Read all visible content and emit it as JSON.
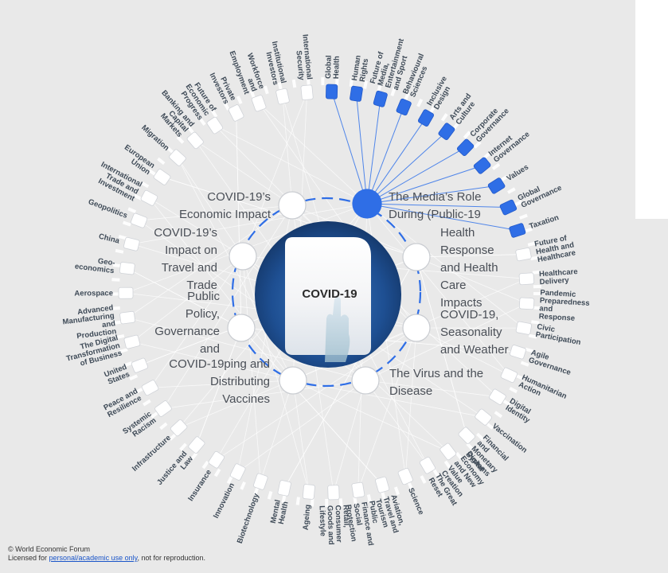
{
  "center": {
    "label": "COVID-19"
  },
  "colors": {
    "active": "#2f6ee6",
    "inactive_box": "#ffffff",
    "center_disc": "#1d4d8f",
    "link_active": "#3f7bea",
    "link_inactive": "#ffffff",
    "background": "#e9e9e9"
  },
  "inner_nodes": [
    {
      "label": "The Media's Role During Public-19 Health Response",
      "lines": [
        "The Media’s Role",
        "During (Public-19"
      ],
      "active": true
    },
    {
      "label": "Health Response and Health Care Impacts",
      "lines": [
        "Health",
        "Response",
        "and Health",
        "Care",
        "Impacts"
      ],
      "active": false
    },
    {
      "label": "COVID-19, Seasonality and Weather",
      "lines": [
        "COVID-19,",
        "Seasonality",
        "and Weather"
      ],
      "active": false
    },
    {
      "label": "The Virus and the Disease",
      "lines": [
        "The Virus and the",
        "Disease"
      ],
      "active": false
    },
    {
      "label": "Developing and Distributing Vaccines",
      "lines": [
        "COVID-19ping and",
        "Distributing",
        "Vaccines"
      ],
      "active": false
    },
    {
      "label": "Public Policy, Governance and",
      "lines": [
        "Public",
        "Policy,",
        "Governance",
        "and"
      ],
      "active": false
    },
    {
      "label": "COVID-19's Impact on Travel and Trade",
      "lines": [
        "COVID-19’s",
        "Impact on",
        "Travel and",
        "Trade"
      ],
      "active": false
    },
    {
      "label": "COVID-19's Economic Impact",
      "lines": [
        "COVID-19’s",
        "Economic Impact"
      ],
      "active": false
    }
  ],
  "outer_nodes": [
    {
      "lines": [
        "Global",
        "Health"
      ],
      "active": true
    },
    {
      "lines": [
        "Human",
        "Rights"
      ],
      "active": true
    },
    {
      "lines": [
        "Future of",
        "Media,",
        "Entertainment",
        "and Sport"
      ],
      "active": true
    },
    {
      "lines": [
        "Behavioural",
        "Sciences"
      ],
      "active": true
    },
    {
      "lines": [
        "Inclusive",
        "Design"
      ],
      "active": true
    },
    {
      "lines": [
        "Arts and",
        "Culture"
      ],
      "active": true
    },
    {
      "lines": [
        "Corporate",
        "Governance"
      ],
      "active": true
    },
    {
      "lines": [
        "Internet",
        "Governance"
      ],
      "active": true
    },
    {
      "lines": [
        "Values"
      ],
      "active": true
    },
    {
      "lines": [
        "Global",
        "Governance"
      ],
      "active": true
    },
    {
      "lines": [
        "Taxation"
      ],
      "active": true
    },
    {
      "lines": [
        "Future of",
        "Health and",
        "Healthcare"
      ],
      "active": false
    },
    {
      "lines": [
        "Healthcare",
        "Delivery"
      ],
      "active": false
    },
    {
      "lines": [
        "Pandemic",
        "Preparedness",
        "and",
        "Response"
      ],
      "active": false
    },
    {
      "lines": [
        "Civic",
        "Participation"
      ],
      "active": false
    },
    {
      "lines": [
        "Agile",
        "Governance"
      ],
      "active": false
    },
    {
      "lines": [
        "Humanitarian",
        "Action"
      ],
      "active": false
    },
    {
      "lines": [
        "Digital",
        "Identity"
      ],
      "active": false
    },
    {
      "lines": [
        "Vaccination"
      ],
      "active": false
    },
    {
      "lines": [
        "Financial",
        "and",
        "Monetary",
        "Systems"
      ],
      "active": false
    },
    {
      "lines": [
        "Digital",
        "Economy",
        "and New",
        "Value",
        "Creation"
      ],
      "active": false
    },
    {
      "lines": [
        "The Great",
        "Reset"
      ],
      "active": false
    },
    {
      "lines": [
        "Science"
      ],
      "active": false
    },
    {
      "lines": [
        "Aviation,",
        "Travel and",
        "Tourism"
      ],
      "active": false
    },
    {
      "lines": [
        "Public",
        "Finance and",
        "Social",
        "Protection"
      ],
      "active": false
    },
    {
      "lines": [
        "Retail,",
        "Consumer",
        "Goods and",
        "Lifestyle"
      ],
      "active": false
    },
    {
      "lines": [
        "Ageing"
      ],
      "active": false
    },
    {
      "lines": [
        "Mental",
        "Health"
      ],
      "active": false
    },
    {
      "lines": [
        "Biotechnology"
      ],
      "active": false
    },
    {
      "lines": [
        "Innovation"
      ],
      "active": false
    },
    {
      "lines": [
        "Insurance"
      ],
      "active": false
    },
    {
      "lines": [
        "Justice and",
        "Law"
      ],
      "active": false
    },
    {
      "lines": [
        "Infrastructure"
      ],
      "active": false
    },
    {
      "lines": [
        "Systemic",
        "Racism"
      ],
      "active": false
    },
    {
      "lines": [
        "Peace and",
        "Resilience"
      ],
      "active": false
    },
    {
      "lines": [
        "United",
        "States"
      ],
      "active": false
    },
    {
      "lines": [
        "The Digital",
        "Transformation",
        "of Business"
      ],
      "active": false
    },
    {
      "lines": [
        "Advanced",
        "Manufacturing",
        "and",
        "Production"
      ],
      "active": false
    },
    {
      "lines": [
        "Aerospace"
      ],
      "active": false
    },
    {
      "lines": [
        "Geo-",
        "economics"
      ],
      "active": false
    },
    {
      "lines": [
        "China"
      ],
      "active": false
    },
    {
      "lines": [
        "Geopolitics"
      ],
      "active": false
    },
    {
      "lines": [
        "International",
        "Trade and",
        "Investment"
      ],
      "active": false
    },
    {
      "lines": [
        "European",
        "Union"
      ],
      "active": false
    },
    {
      "lines": [
        "Migration"
      ],
      "active": false
    },
    {
      "lines": [
        "Banking and",
        "Capital",
        "Markets"
      ],
      "active": false
    },
    {
      "lines": [
        "Future of",
        "Economic",
        "Progress"
      ],
      "active": false
    },
    {
      "lines": [
        "Private",
        "Investors"
      ],
      "active": false
    },
    {
      "lines": [
        "Workforce",
        "and",
        "Employment"
      ],
      "active": false
    },
    {
      "lines": [
        "Institutional",
        "Investors"
      ],
      "active": false
    },
    {
      "lines": [
        "International",
        "Security"
      ],
      "active": false
    }
  ],
  "footer": {
    "copyright": "© World Economic Forum",
    "license_prefix": "Licensed for ",
    "license_link": "personal/academic use only",
    "license_suffix": ", not for reproduction."
  }
}
